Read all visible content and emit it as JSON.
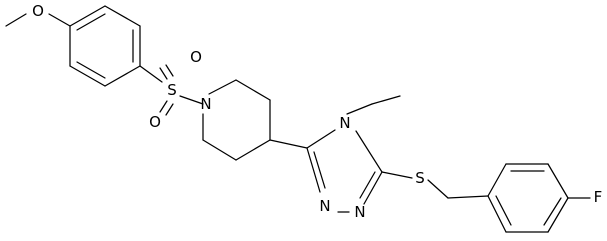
{
  "atoms": {
    "O_methoxy": "O",
    "S_sulfonyl": "S",
    "O_sulfonyl_top": "O",
    "O_sulfonyl_bottom": "O",
    "N_piperidine": "N",
    "N_triazole_4": "N",
    "N_triazole_1": "N",
    "N_triazole_2": "N",
    "S_thioether": "S",
    "F": "F"
  },
  "colors": {
    "bond": "#000000",
    "label": "#000000",
    "background": "#ffffff"
  }
}
